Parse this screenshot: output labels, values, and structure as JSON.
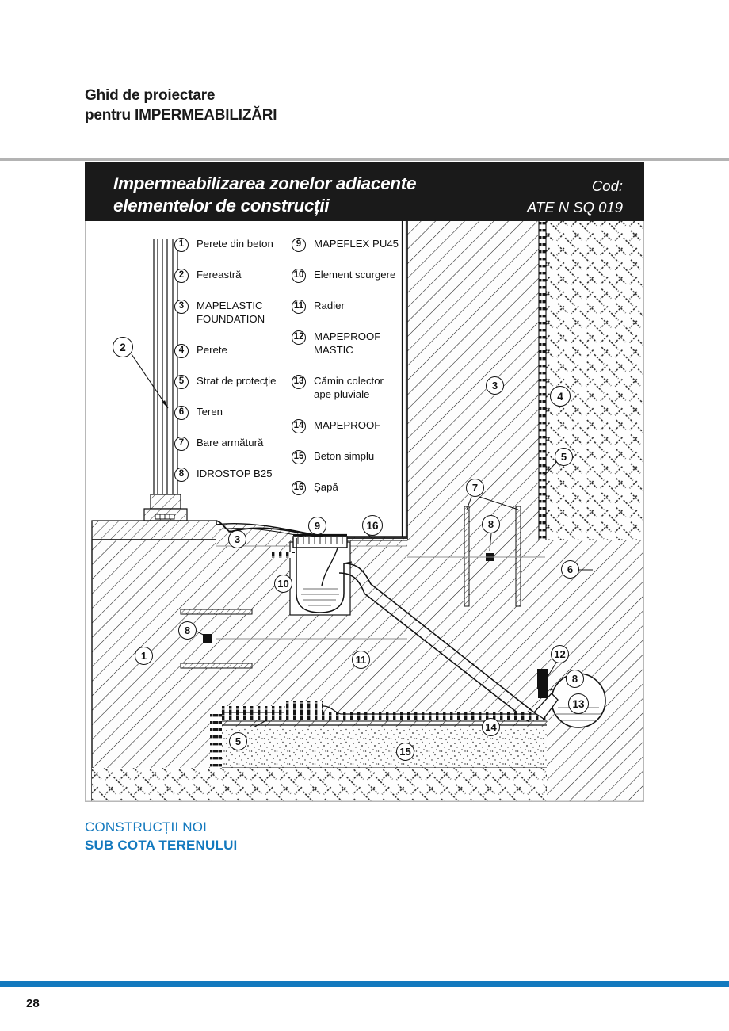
{
  "header": {
    "line1": "Ghid de proiectare",
    "line2": "pentru IMPERMEABILIZĂRI"
  },
  "title_bar": {
    "title_line1": "Impermeabilizarea zonelor adiacente",
    "title_line2": "elementelor de construcții",
    "cod_label": "Cod:",
    "cod_value": "ATE N SQ 019"
  },
  "legend": {
    "column_left": [
      {
        "num": "1",
        "label": "Perete din beton"
      },
      {
        "num": "2",
        "label": "Fereastră"
      },
      {
        "num": "3",
        "label": "MAPELASTIC\nFOUNDATION"
      },
      {
        "num": "4",
        "label": "Perete"
      },
      {
        "num": "5",
        "label": "Strat de protecție"
      },
      {
        "num": "6",
        "label": "Teren"
      },
      {
        "num": "7",
        "label": "Bare armătură"
      },
      {
        "num": "8",
        "label": "IDROSTOP B25"
      }
    ],
    "column_right": [
      {
        "num": "9",
        "label": "MAPEFLEX PU45"
      },
      {
        "num": "10",
        "label": "Element scurgere"
      },
      {
        "num": "11",
        "label": "Radier"
      },
      {
        "num": "12",
        "label": "MAPEPROOF\nMASTIC"
      },
      {
        "num": "13",
        "label": "Cămin colector\nape pluviale"
      },
      {
        "num": "14",
        "label": "MAPEPROOF"
      },
      {
        "num": "15",
        "label": "Beton simplu"
      },
      {
        "num": "16",
        "label": "Șapă"
      }
    ]
  },
  "drawing_markers": [
    {
      "id": "marker-2",
      "num": "2"
    },
    {
      "id": "marker-3a",
      "num": "3"
    },
    {
      "id": "marker-4",
      "num": "4"
    },
    {
      "id": "marker-5a",
      "num": "5"
    },
    {
      "id": "marker-6",
      "num": "6"
    },
    {
      "id": "marker-7",
      "num": "7"
    },
    {
      "id": "marker-8a",
      "num": "8"
    },
    {
      "id": "marker-3b",
      "num": "3"
    },
    {
      "id": "marker-9",
      "num": "9"
    },
    {
      "id": "marker-16",
      "num": "16"
    },
    {
      "id": "marker-10",
      "num": "10"
    },
    {
      "id": "marker-8b",
      "num": "8"
    },
    {
      "id": "marker-8c",
      "num": "8"
    },
    {
      "id": "marker-1",
      "num": "1"
    },
    {
      "id": "marker-11",
      "num": "11"
    },
    {
      "id": "marker-12",
      "num": "12"
    },
    {
      "id": "marker-8d",
      "num": "8"
    },
    {
      "id": "marker-13",
      "num": "13"
    },
    {
      "id": "marker-14",
      "num": "14"
    },
    {
      "id": "marker-5b",
      "num": "5"
    },
    {
      "id": "marker-15",
      "num": "15"
    }
  ],
  "caption": {
    "line1": "CONSTRUCȚII NOI",
    "line2": "SUB COTA TERENULUI"
  },
  "footer": {
    "page_number": "28"
  },
  "colors": {
    "accent_blue": "#1379be",
    "title_bar": "#1a1a1a",
    "rule_gray": "#b3b3b3"
  }
}
